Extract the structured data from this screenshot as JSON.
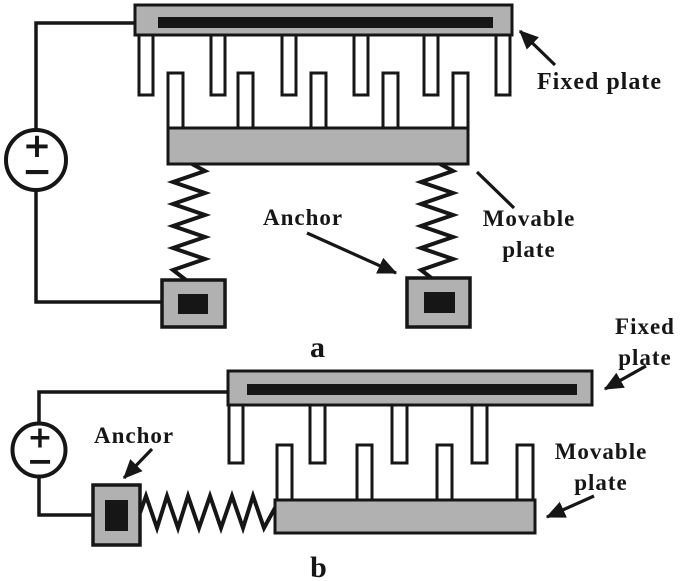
{
  "colors": {
    "plate_gray": "#b1b1b1",
    "stripe_black": "#161616",
    "ink": "#161616",
    "background": "#ffffff"
  },
  "diagram_a": {
    "caption": "a",
    "fixed_plate_label": "Fixed plate",
    "movable_plate_label": [
      "Movable",
      "plate"
    ],
    "anchor_label": "Anchor",
    "voltage_source": {
      "positive": "+",
      "negative": "−"
    }
  },
  "diagram_b": {
    "caption": "b",
    "fixed_plate_label": [
      "Fixed",
      "plate"
    ],
    "movable_plate_label": [
      "Movable",
      "plate"
    ],
    "anchor_label": "Anchor",
    "voltage_source": {
      "positive": "+",
      "negative": "−"
    }
  }
}
